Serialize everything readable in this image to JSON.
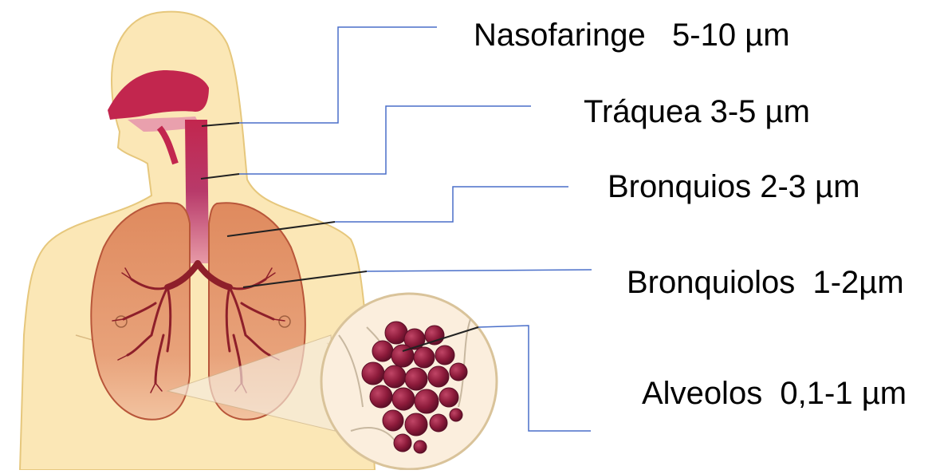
{
  "labels": {
    "nasofaringe": "Nasofaringe   5-10 µm",
    "traquea": "Tráquea 3-5 µm",
    "bronquios": "Bronquios 2-3 µm",
    "bronquiolos": "Bronquiolos  1-2µm",
    "alveolos": "Alveolos  0,1-1 µm"
  },
  "colors": {
    "skin": "#fbe7b6",
    "skin_outline": "#e6c77c",
    "airway": "#c2264e",
    "lung": "#df8a5e",
    "lung_dark": "#b8563a",
    "bronchi": "#8e1f2a",
    "alveoli": "#8c1a3a",
    "leader_blue": "#4a6fc9"
  }
}
